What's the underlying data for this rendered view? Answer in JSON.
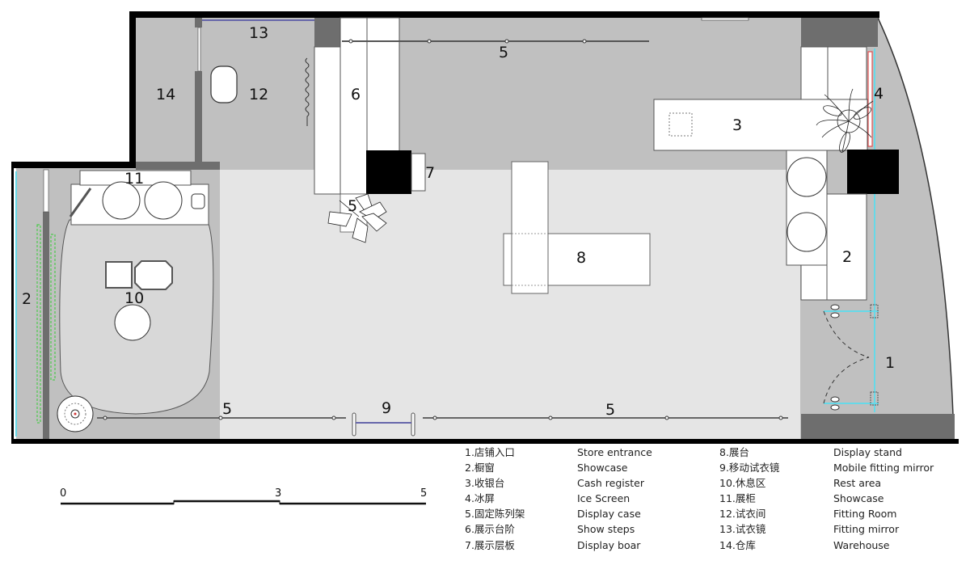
{
  "plan": {
    "labels": {
      "l1": "1",
      "l2_right": "2",
      "l2_left": "2",
      "l3": "3",
      "l4": "4",
      "l5_top": "5",
      "l5_plant": "5",
      "l5_bottom_left": "5",
      "l5_bottom_right": "5",
      "l6": "6",
      "l7": "7",
      "l8": "8",
      "l9": "9",
      "l10": "10",
      "l11": "11",
      "l12": "12",
      "l13": "13",
      "l14": "14"
    },
    "colors": {
      "wall": "#000000",
      "column": "#6e6e6e",
      "floor_main": "#e5e5e5",
      "floor_back": "#c0c0c0",
      "fixture": "#ffffff",
      "glass": "#66d9e8",
      "ice_screen": "#e05050",
      "mirror": "#6666aa",
      "dashed_green": "#33cc33"
    }
  },
  "scale_bar": {
    "ticks": [
      "0",
      "3",
      "5"
    ]
  },
  "legend": {
    "left": [
      {
        "cn": "1.店铺入口",
        "en": "Store entrance"
      },
      {
        "cn": "2.橱窗",
        "en": "Showcase"
      },
      {
        "cn": "3.收银台",
        "en": "Cash register"
      },
      {
        "cn": "4.冰屏",
        "en": "Ice Screen"
      },
      {
        "cn": "5.固定陈列架",
        "en": "Display case"
      },
      {
        "cn": "6.展示台阶",
        "en": "Show steps"
      },
      {
        "cn": "7.展示层板",
        "en": "Display boar"
      }
    ],
    "right": [
      {
        "cn": "8.展台",
        "en": "Display stand"
      },
      {
        "cn": "9.移动试衣镜",
        "en": "Mobile fitting mirror"
      },
      {
        "cn": "10.休息区",
        "en": "Rest area"
      },
      {
        "cn": "11.展柜",
        "en": "Showcase"
      },
      {
        "cn": "12.试衣间",
        "en": "Fitting Room"
      },
      {
        "cn": "13.试衣镜",
        "en": "Fitting mirror"
      },
      {
        "cn": "14.仓库",
        "en": "Warehouse"
      }
    ]
  }
}
